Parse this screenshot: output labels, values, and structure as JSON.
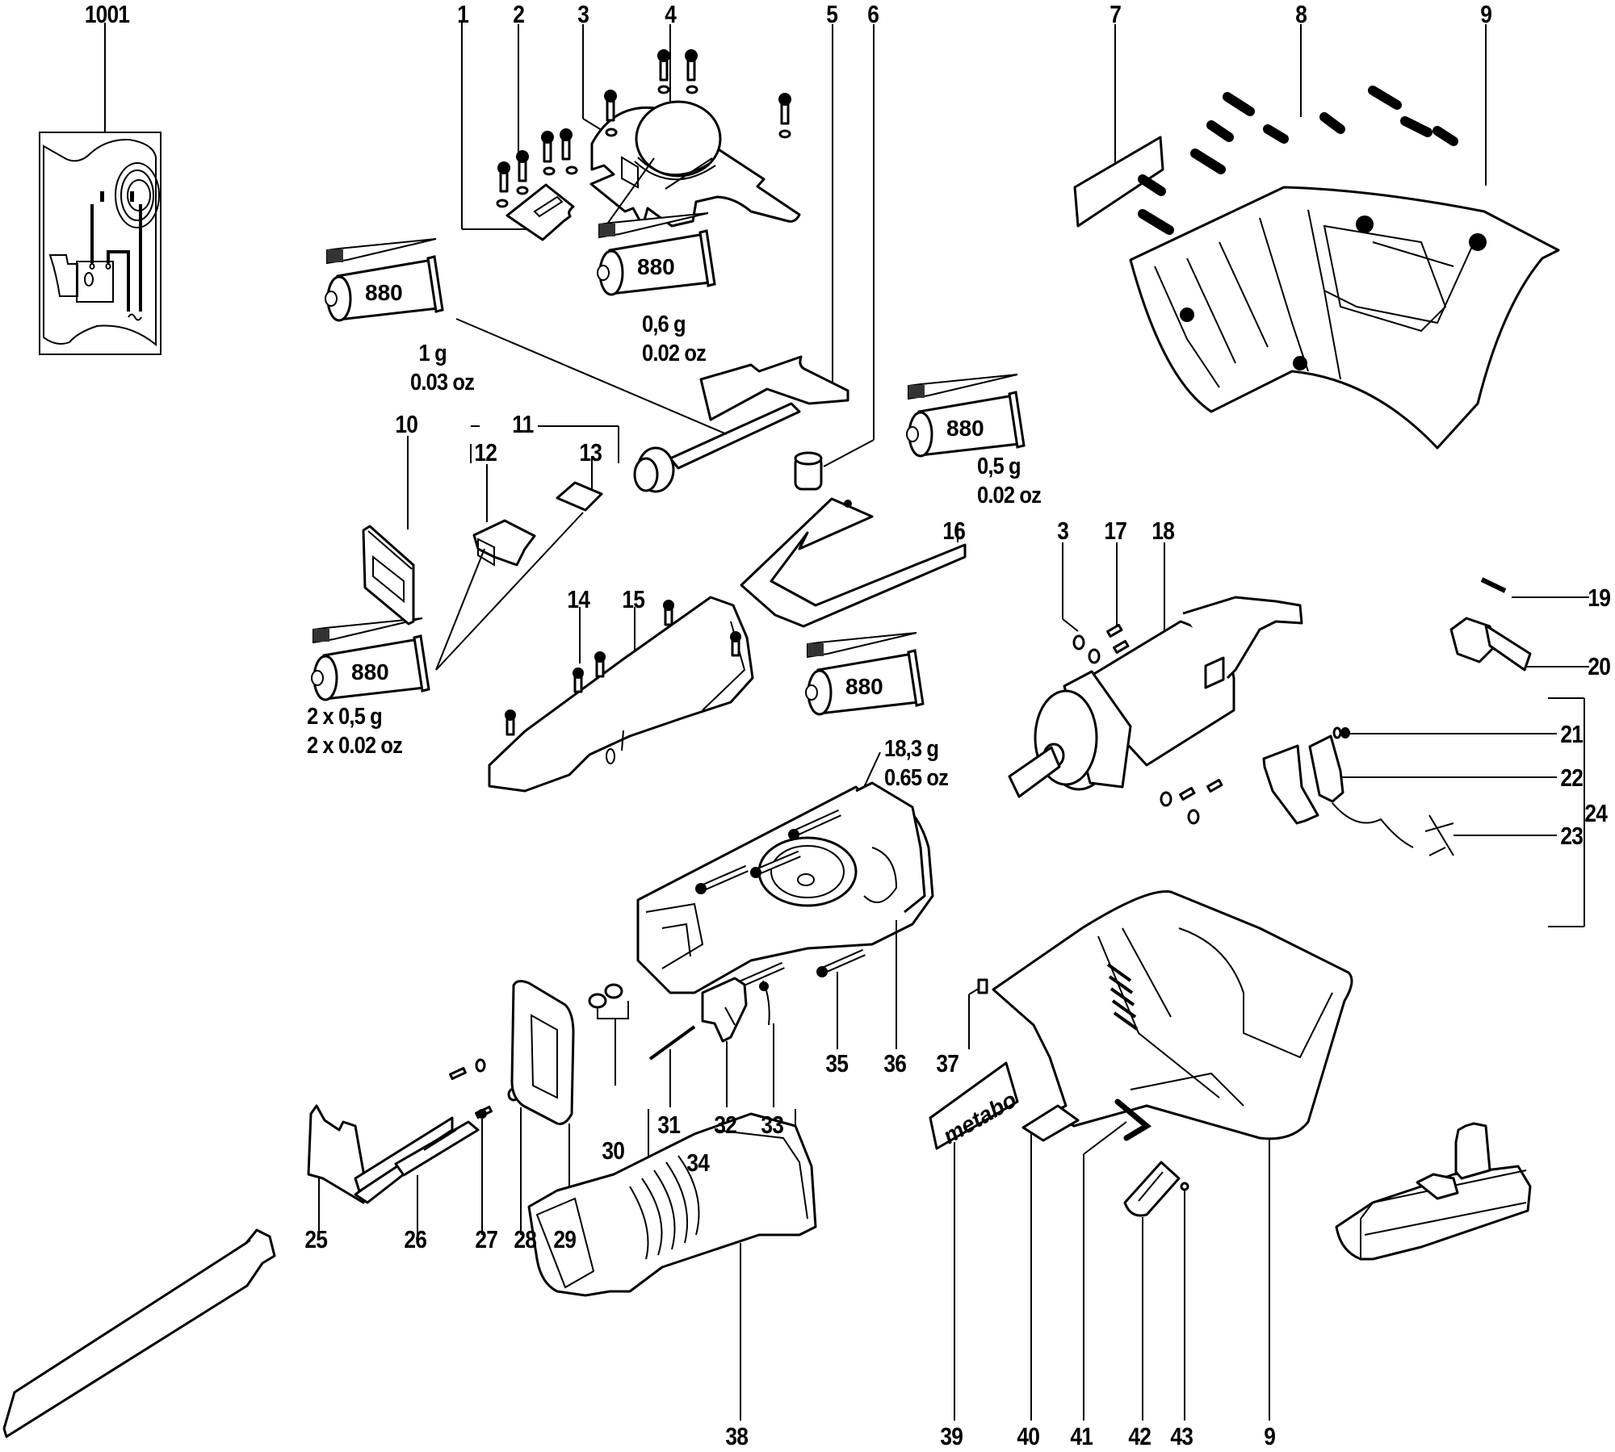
{
  "diagram": {
    "type": "exploded parts diagram",
    "subject": "cordless reciprocating saw",
    "brand_plate_text": "metabo",
    "wiring_inset": {
      "label": "1001",
      "ac_symbol": "~"
    },
    "grease_tubes": [
      {
        "product": "880",
        "qty_metric": "1 g",
        "qty_imperial": "0.03 oz"
      },
      {
        "product": "880",
        "qty_metric": "0,6 g",
        "qty_imperial": "0.02 oz"
      },
      {
        "product": "880",
        "qty_metric": "0,5 g",
        "qty_imperial": "0.02 oz"
      },
      {
        "product": "880",
        "qty_metric": "2 x 0,5 g",
        "qty_imperial": "2 x 0.02 oz"
      },
      {
        "product": "880",
        "qty_metric": "18,3 g",
        "qty_imperial": "0.65 oz"
      }
    ],
    "part_labels": {
      "p1001": "1001",
      "p1": "1",
      "p2": "2",
      "p3a": "3",
      "p4": "4",
      "p5": "5",
      "p6": "6",
      "p7": "7",
      "p8": "8",
      "p9a": "9",
      "p10": "10",
      "p11": "11",
      "p12": "12",
      "p13": "13",
      "p14": "14",
      "p15": "15",
      "p16": "16",
      "p3b": "3",
      "p17": "17",
      "p18": "18",
      "p19": "19",
      "p20": "20",
      "p21": "21",
      "p22": "22",
      "p23": "23",
      "p24": "24",
      "p25": "25",
      "p26": "26",
      "p27": "27",
      "p28": "28",
      "p29": "29",
      "p30": "30",
      "p31": "31",
      "p32": "32",
      "p33": "33",
      "p34": "34",
      "p35": "35",
      "p36": "36",
      "p37": "37",
      "p38": "38",
      "p39": "39",
      "p40": "40",
      "p41": "41",
      "p42": "42",
      "p43": "43",
      "p9b": "9"
    },
    "groups": [
      {
        "label": "11",
        "members": [
          "12",
          "13"
        ]
      },
      {
        "label": "24",
        "members": [
          "21",
          "22",
          "23"
        ]
      },
      {
        "label": "34",
        "members": [
          "31",
          "32",
          "33"
        ]
      }
    ]
  }
}
